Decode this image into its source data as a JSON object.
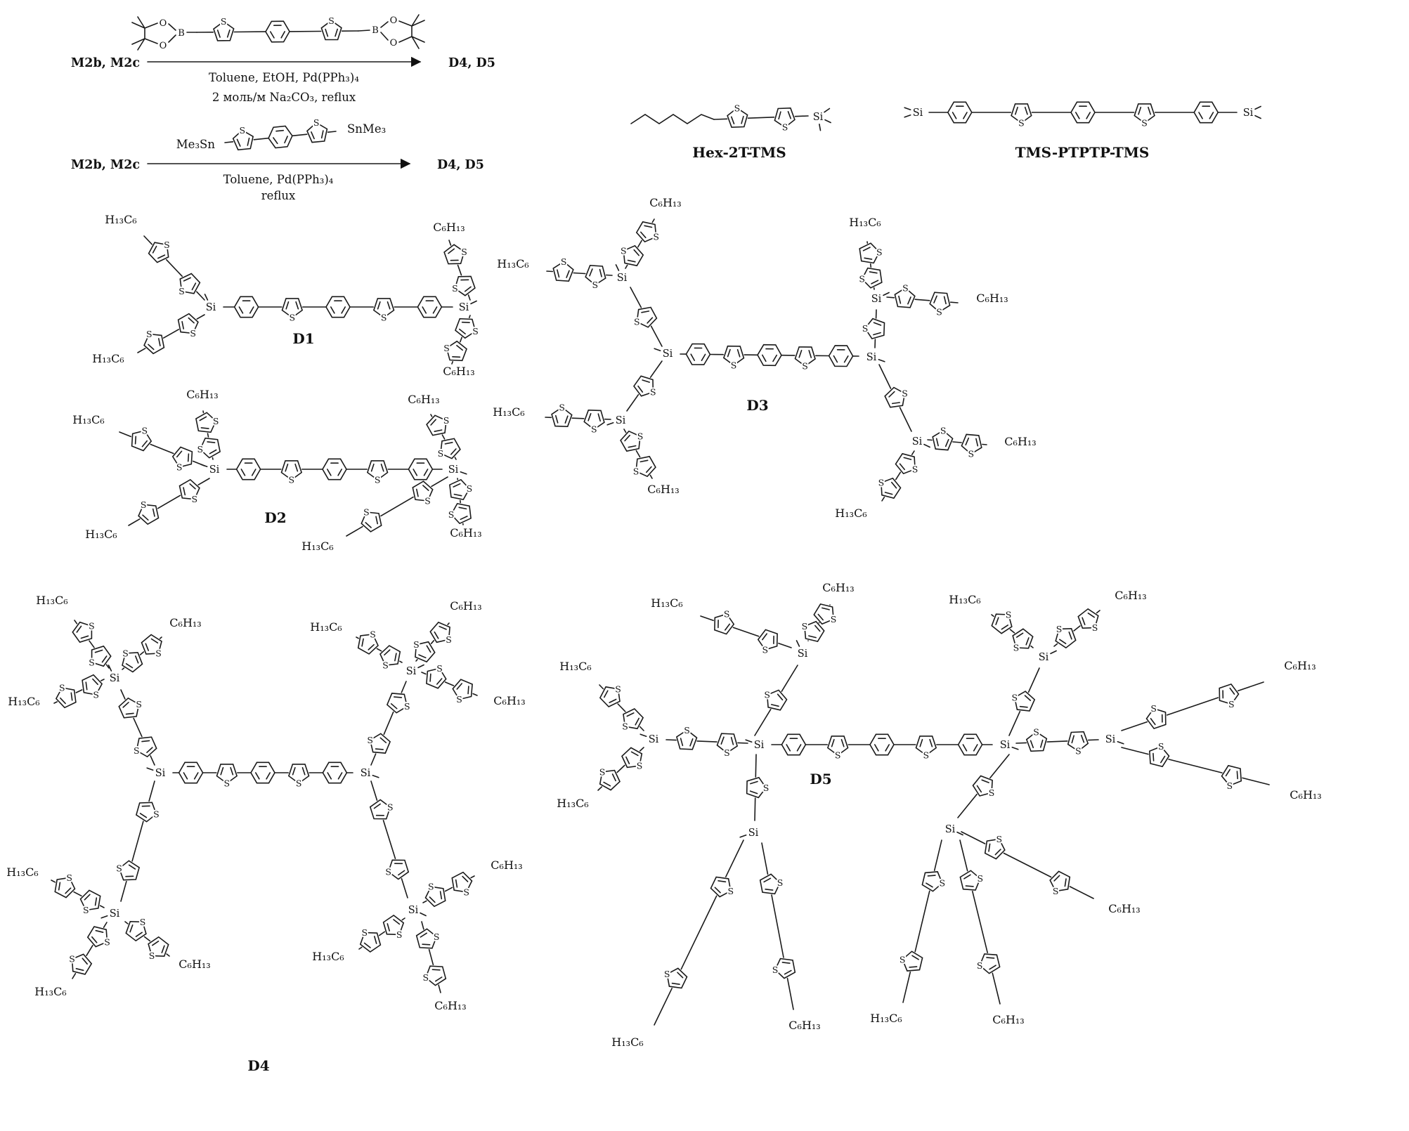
{
  "reaction1": {
    "reactant": "M2b, M2c",
    "product": "D4, D5",
    "conditions1": "Toluene, EtOH, Pd(PPh₃)₄",
    "conditions2": "2 моль/м Na₂CO₃, reflux"
  },
  "reaction2": {
    "reactant": "M2b, M2c",
    "product": "D4, D5",
    "reagent_left": "Me₃Sn",
    "reagent_right": "SnMe₃",
    "conditions1": "Toluene, Pd(PPh₃)₄",
    "conditions2": "reflux"
  },
  "compounds": {
    "hex2t": "Hex-2T-TMS",
    "ptptp": "TMS-PTPTP-TMS",
    "d1": "D1",
    "d2": "D2",
    "d3": "D3",
    "d4": "D4",
    "d5": "D5"
  },
  "atoms": {
    "s": "S",
    "si": "Si",
    "b": "B",
    "o": "O"
  },
  "labels": {
    "hex_l": "H₁₃C₆",
    "hex_r": "C₆H₁₃"
  }
}
